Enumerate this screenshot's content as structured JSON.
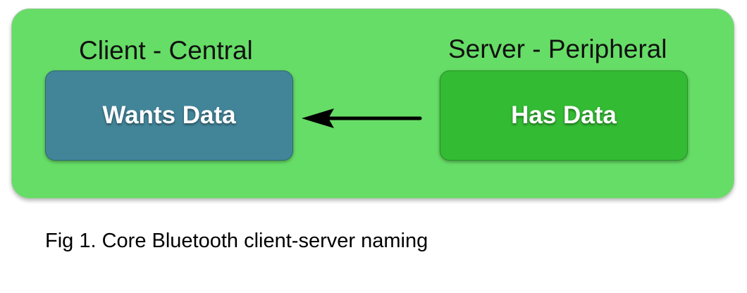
{
  "diagram": {
    "client": {
      "heading": "Client - Central",
      "box_label": "Wants Data",
      "box_color": "#428599"
    },
    "server": {
      "heading": "Server - Peripheral",
      "box_label": "Has Data",
      "box_color": "#33bb33"
    },
    "connector": {
      "direction": "server-to-client",
      "icon": "left-arrow-icon"
    },
    "panel_color": "#66dd66"
  },
  "caption": "Fig 1. Core Bluetooth client-server naming"
}
